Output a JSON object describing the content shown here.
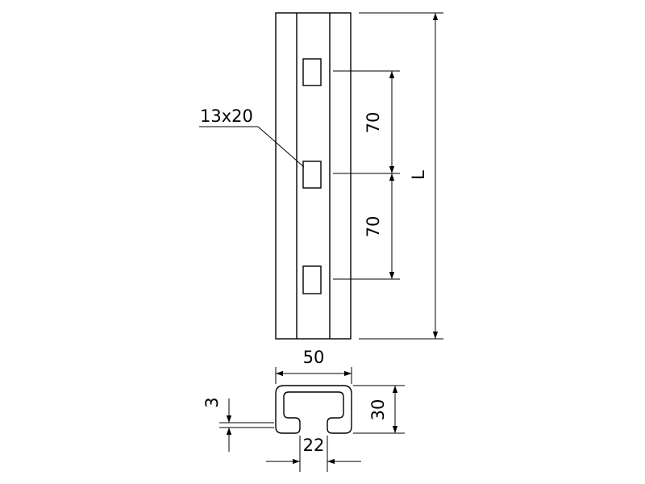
{
  "labels": {
    "slot_size": "13x20",
    "pitch_upper": "70",
    "pitch_lower": "70",
    "length": "L",
    "width": "50",
    "height": "30",
    "opening": "22",
    "thickness": "3"
  }
}
